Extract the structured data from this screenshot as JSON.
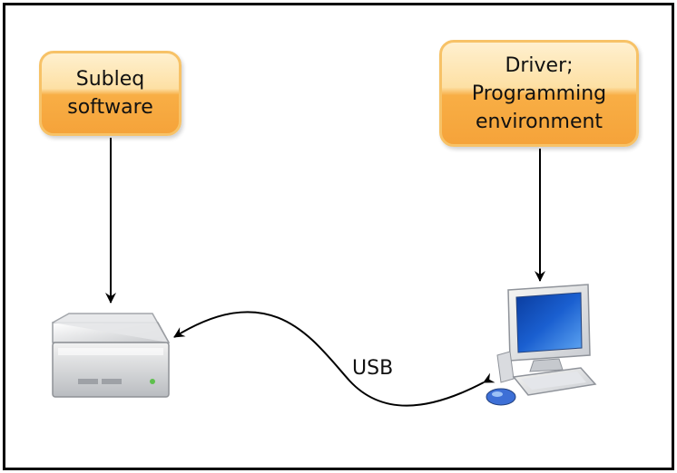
{
  "nodes": {
    "subleq": {
      "lines": [
        "Subleq",
        "software"
      ]
    },
    "driver": {
      "lines": [
        "Driver;",
        "Programming",
        "environment"
      ]
    }
  },
  "edges": {
    "usb_label": "USB"
  },
  "icons": {
    "device": "external-drive-icon",
    "computer": "desktop-computer-icon"
  },
  "colors": {
    "node_fill_top": "#fff0cf",
    "node_fill_bottom": "#f5a33a",
    "node_border": "#f7c267",
    "monitor_screen": "#1a5fd0",
    "frame": "#000000"
  }
}
